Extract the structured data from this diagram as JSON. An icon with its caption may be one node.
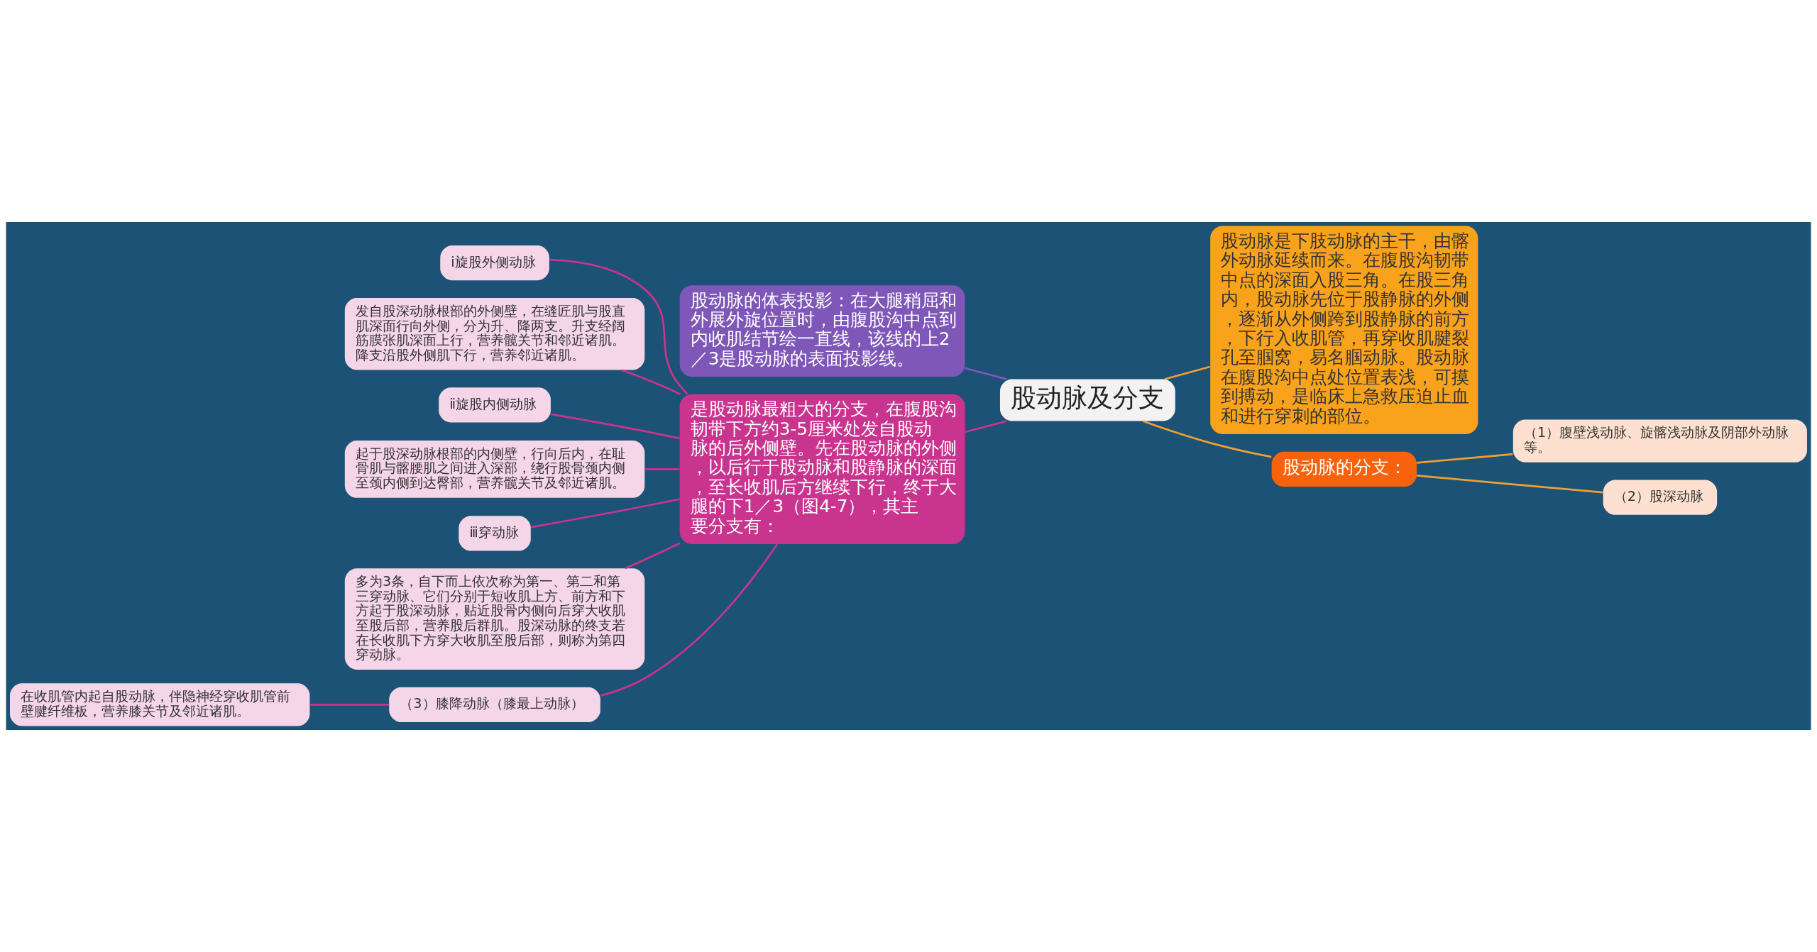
{
  "diagram": {
    "nodes": [
      {
        "text": [
          "股动脉及分支"
        ]
      },
      {
        "text": [
          "股动脉的体表投影：在大腿稍屈和外展外旋位置时，由腹股沟中点到内收肌结节绘一直线，该线的上2／3是股动脉的表面投影线。"
        ]
      },
      {
        "text": [
          "是股动脉最粗大的分支，在腹股沟韧带下方约3-5厘米处发自股动脉的后外侧壁。先在股动脉的外侧，以后行于股动脉和股静脉的深面，至长收肌后方继续下行，终于大腿的下1／3（图4-7），其主要分支有："
        ]
      },
      {
        "text": [
          "ⅰ旋股外侧动脉"
        ]
      },
      {
        "text": [
          "发自股深动脉根部的外侧壁，在缝匠肌与股直肌深面行向外侧，分为升、降两支。升支经阔筋膜张肌深面上行，营养髋关节和邻近诸肌。降支沿股外侧肌下行，营养邻近诸肌。"
        ]
      },
      {
        "text": [
          "ⅱ旋股内侧动脉"
        ]
      },
      {
        "text": [
          "起于股深动脉根部的内侧壁，行向后内，在耻骨肌与髂腰肌之间进入深部，绕行股骨颈内侧至颈内侧到达臀部，营养髋关节及邻近诸肌。"
        ]
      },
      {
        "text": [
          "ⅲ穿动脉"
        ]
      },
      {
        "text": [
          "多为3条，自下而上依次称为第一、第二和第三穿动脉、它们分别于短收肌上方、前方和下方起于股深动脉，贴近股骨内侧向后穿大收肌至股后部，营养股后群肌。股深动脉的终支若在长收肌下方穿大收肌至股后部，则称为第四穿动脉。"
        ]
      },
      {
        "text": [
          "（3）膝降动脉（膝最上动脉）"
        ]
      },
      {
        "text": [
          "在收肌管内起自股动脉，伴隐神经穿收肌管前壁腱纤维板，营养膝关节及邻近诸肌。"
        ]
      },
      {
        "text": [
          "股动脉是下肢动脉的主干，由髂外动脉延续而来。在腹股沟韧带中点的深面入股三角。在股三角内，股动脉先位于股静脉的外侧，逐渐从外侧跨到股静脉的前方，下行入收肌管，再穿收肌腱裂孔至腘窝，易名腘动脉。股动脉在腹股沟中点处位置表浅，可摸到搏动，是临床上急救压迫止血和进行穿刺的部位。"
        ]
      },
      {
        "text": [
          "股动脉的分支："
        ]
      },
      {
        "text": [
          "（1）腹壁浅动脉、旋髂浅动脉及阴部外动脉等。"
        ]
      },
      {
        "text": [
          "（2）股深动脉"
        ]
      }
    ],
    "edges": [
      {
        "from": 0,
        "to": 1,
        "arrow": "none",
        "color": "#7e57b8"
      },
      {
        "from": 0,
        "to": 2,
        "arrow": "none"
      },
      {
        "from": 2,
        "to": 3,
        "arrow": "none"
      },
      {
        "from": 2,
        "to": 4,
        "arrow": "none"
      },
      {
        "from": 2,
        "to": 5,
        "arrow": "none"
      },
      {
        "from": 2,
        "to": 6,
        "arrow": "none"
      },
      {
        "from": 2,
        "to": 7,
        "arrow": "none"
      },
      {
        "from": 2,
        "to": 8,
        "arrow": "none"
      },
      {
        "from": 2,
        "to": 9,
        "arrow": "none"
      },
      {
        "from": 9,
        "to": 10,
        "arrow": "none"
      },
      {
        "from": 0,
        "to": 11,
        "arrow": "none",
        "color": "#f0a030"
      },
      {
        "from": 0,
        "to": 12,
        "arrow": "none",
        "color": "#f0a030"
      },
      {
        "from": 12,
        "to": 13,
        "arrow": "none",
        "color": "#f0a030"
      },
      {
        "from": 12,
        "to": 14,
        "arrow": "none",
        "color": "#f0a030"
      }
    ]
  }
}
